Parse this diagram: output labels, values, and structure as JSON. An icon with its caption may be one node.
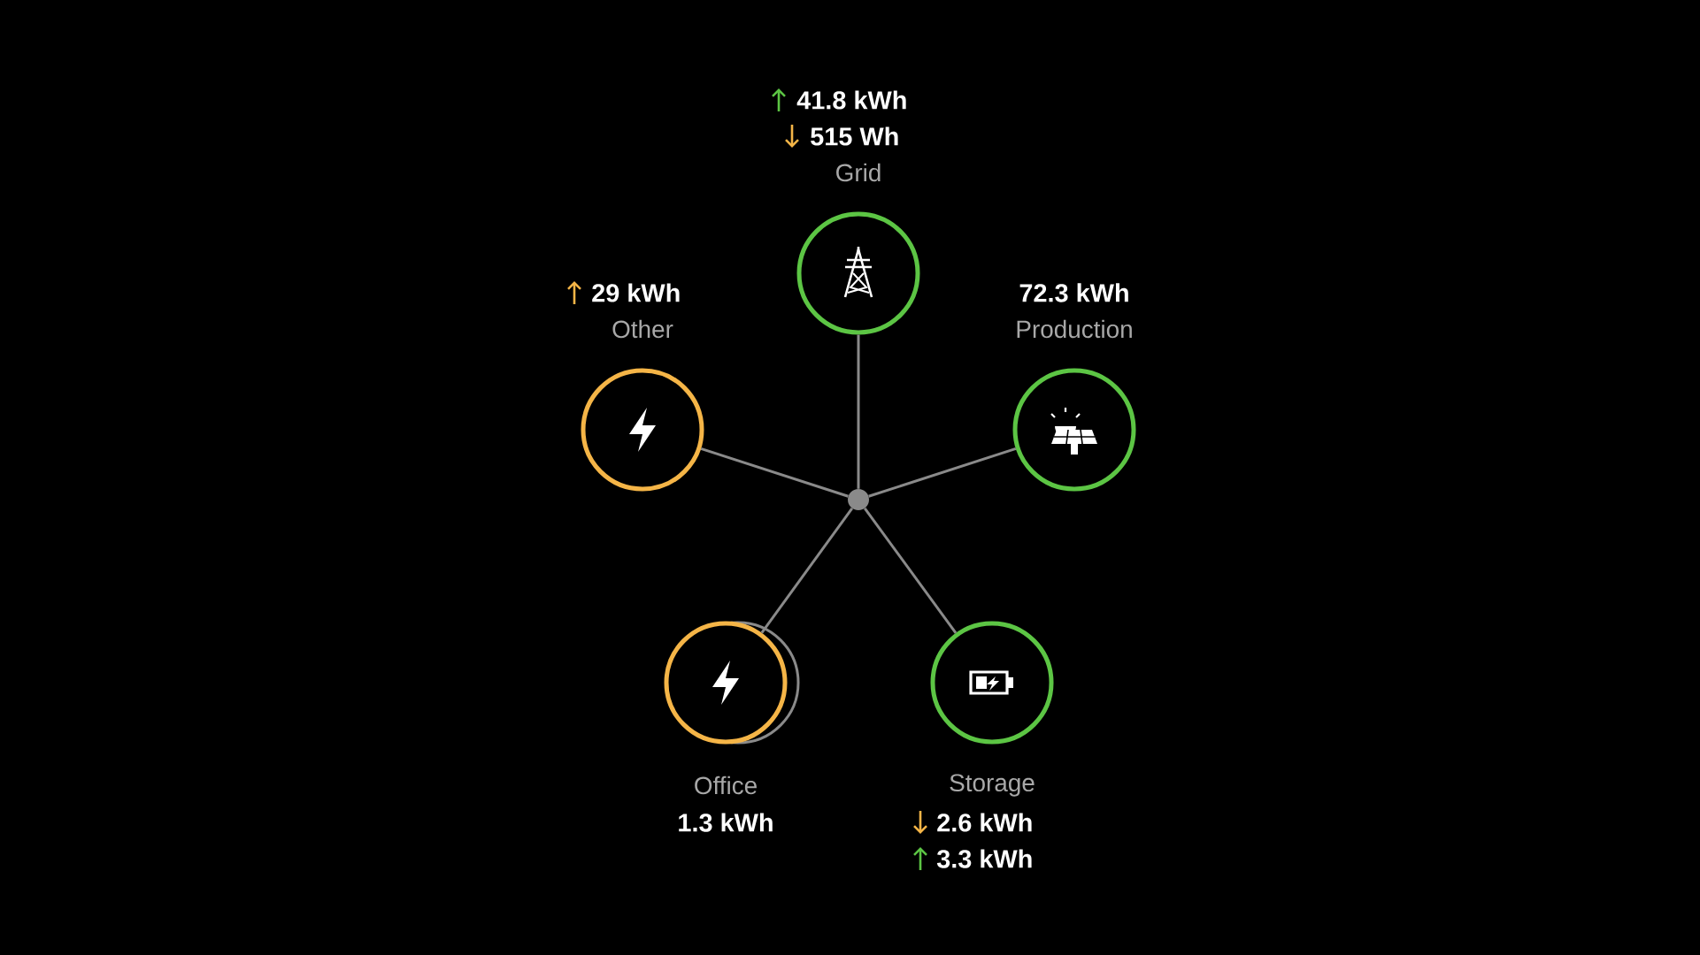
{
  "diagram": {
    "nodes": [
      {
        "text": [
          "41.8 kWh",
          "515 Wh",
          "Grid"
        ]
      },
      {
        "text": [
          "29 kWh",
          "Other"
        ]
      },
      {
        "text": [
          "72.3 kWh",
          "Production"
        ]
      },
      {
        "text": [],
        "shape": "circle"
      },
      {
        "text": [
          "Office",
          "1.3 kWh"
        ]
      },
      {
        "text": [
          "Storage",
          "2.6 kWh",
          "3.3 kWh"
        ]
      }
    ],
    "edges": [
      {
        "from": 0,
        "to": 3,
        "arrow": "none"
      },
      {
        "from": 1,
        "to": 3,
        "arrow": "none"
      },
      {
        "from": 2,
        "to": 3,
        "arrow": "none"
      },
      {
        "from": 4,
        "to": 3,
        "arrow": "none"
      },
      {
        "from": 5,
        "to": 3,
        "arrow": "none"
      }
    ]
  }
}
